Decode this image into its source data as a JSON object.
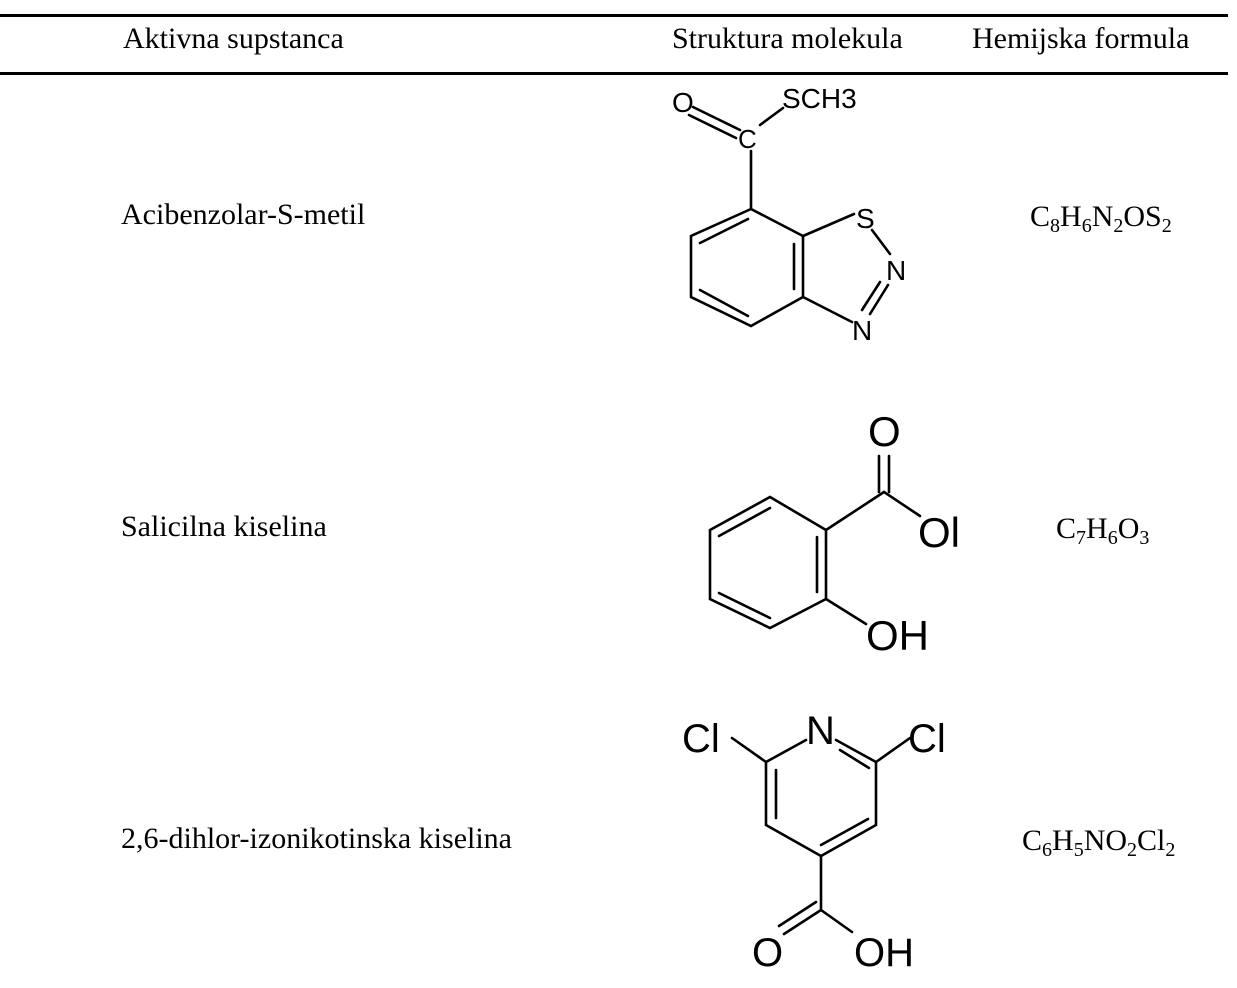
{
  "table": {
    "headers": {
      "substance": "Aktivna supstanca",
      "structure": "Struktura molekula",
      "formula": "Hemijska formula"
    },
    "rows": [
      {
        "name": "Acibenzolar-S-metil",
        "formula": [
          "C",
          "8",
          "H",
          "6",
          "N",
          "2",
          "OS",
          "2"
        ],
        "structure_labels": {
          "o": "O",
          "c": "C",
          "sch3": "SCH3",
          "s": "S",
          "n1": "N",
          "n2": "N"
        }
      },
      {
        "name": "Salicilna kiselina",
        "formula": [
          "C",
          "7",
          "H",
          "6",
          "O",
          "3"
        ],
        "structure_labels": {
          "o_top": "O",
          "o_right": "Ol",
          "oh": "OH"
        }
      },
      {
        "name": "2,6-dihlor-izonikotinska kiselina",
        "formula": [
          "C",
          "6",
          "H",
          "5",
          "NO",
          "2",
          "Cl",
          "2"
        ],
        "structure_labels": {
          "cl_left": "Cl",
          "n": "N",
          "cl_right": "Cl",
          "o": "O",
          "oh": "OH"
        }
      }
    ]
  }
}
